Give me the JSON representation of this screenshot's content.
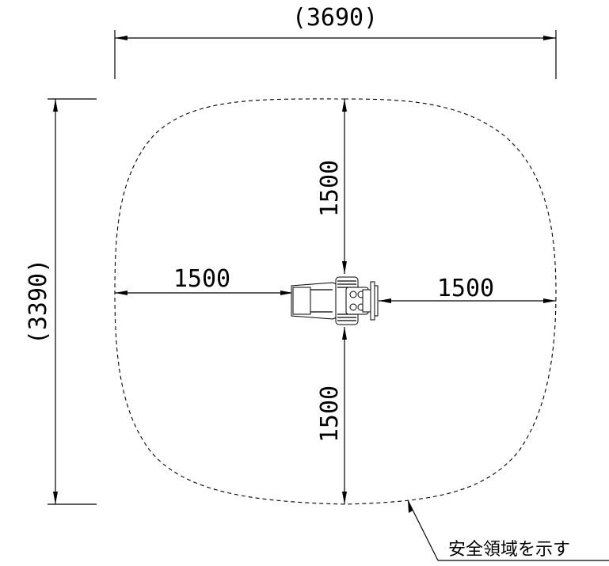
{
  "dimensions": {
    "overall_width": "(3690)",
    "overall_depth": "(3390)",
    "clearance_top": "1500",
    "clearance_bottom": "1500",
    "clearance_left": "1500",
    "clearance_right": "1500"
  },
  "annotation": {
    "safety_zone_label": "安全領域を示す"
  }
}
